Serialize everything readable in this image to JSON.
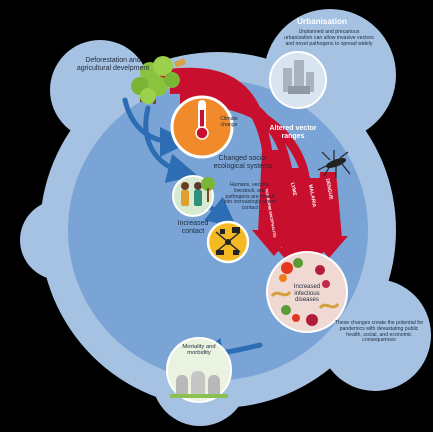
{
  "labels": {
    "urbanisation_title": "Urbanisation",
    "urbanisation_desc": "Unplanned and precarious urbanization can allow invasive vectors and novel pathogens to spread widely",
    "deforestation": "Deforestation and agricultural develpment",
    "climate": "Climate change",
    "altered_vector": "Altered vector ranges",
    "tick_encephalitis": "TICK-BORNE ENCEPHALITIS",
    "lyme": "LYME",
    "malaria": "MALARIA",
    "dengue": "DENGUE",
    "socio_title": "Changed socio-ecological systems",
    "socio_desc": "Humans, vectors, livestock, and pathogens are forced into increasingly closer contact",
    "increased_contact": "Increased contact",
    "infectious": "Increased infectious diseases",
    "consequences": "These changes create the potential for pandemics with devastating public health, social, and economic consequences",
    "mortality": "Mortality and morbidity"
  },
  "colors": {
    "background": "#000000",
    "bubble_outer": "#a6c2e3",
    "bubble_inner": "#7aa4d6",
    "arrow_red": "#c8102e",
    "arrow_blue": "#2c6db4",
    "circle_orange": "#f08a2b",
    "circle_yellow": "#f5b921"
  },
  "icons": [
    "tree-icon",
    "thermometer-icon",
    "city-icon",
    "mosquito-icon",
    "people-icon",
    "animal-contact-icon",
    "virus-icon",
    "gravestone-icon"
  ]
}
